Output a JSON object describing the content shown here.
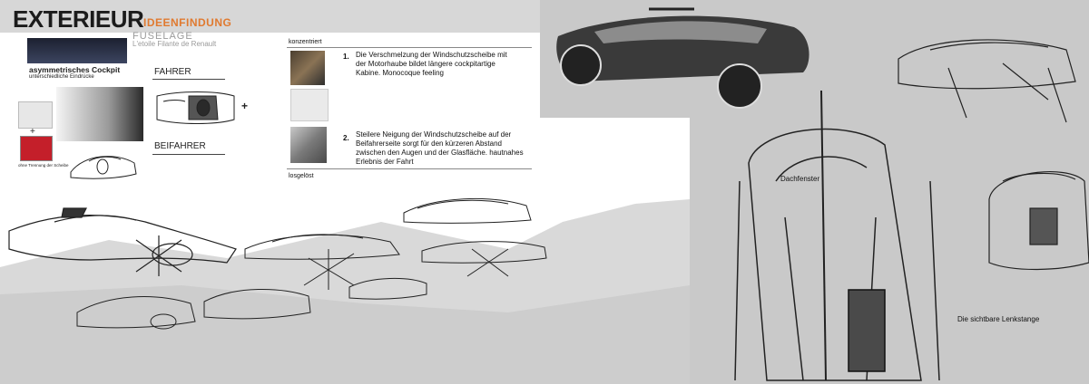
{
  "header": {
    "title": "EXTERIEUR",
    "subtitle": "IDEENFINDUNG",
    "fuselage": "FUSELAGE",
    "etoile": "L'etoile Filante de Renault"
  },
  "left_panel": {
    "cockpit_title": "asymmetrisches Cockpit",
    "cockpit_sub": "unterschiedliche Eindrücke",
    "fahrer": "FAHRER",
    "beifahrer": "BEIFAHRER",
    "trennung": "ohne Trennung der Scheibe",
    "plus": "+"
  },
  "right_panel": {
    "konzentriert": "konzentriert",
    "losgeloest": "losgelöst",
    "point1_num": "1.",
    "point1_text": "Die Verschmelzung der Windschutzscheibe mit der Motorhaube bildet längere cockpitartige Kabine. Monocoque feeling",
    "point2_num": "2.",
    "point2_text": "Steilere Neigung der Windschutzscheibe auf der Beifahrerseite sorgt für den kürzeren Abstand zwischen den Augen und der Glasfläche. hautnahes Erlebnis der Fahrt"
  },
  "sketch_labels": {
    "dachfenster": "Dachfenster",
    "lenkstange": "Die sichtbare Lenkstange"
  },
  "colors": {
    "accent": "#e07a30",
    "panel_gray": "#c9c9c9",
    "header_gray": "#d7d7d7"
  }
}
